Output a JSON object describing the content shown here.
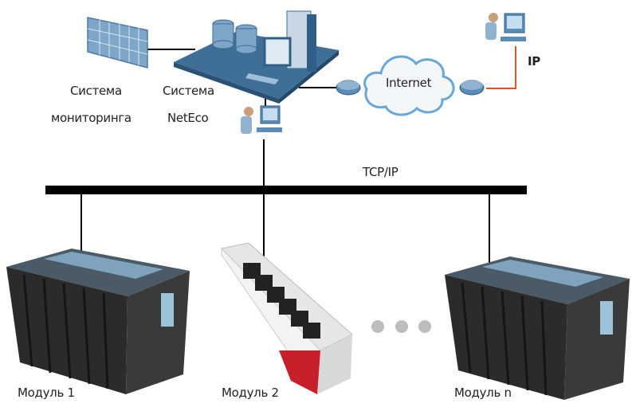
{
  "labels": {
    "monitoring_line1": "Система",
    "monitoring_line2": "мониторинга",
    "neteco_line1": "Система",
    "neteco_line2": "NetEco",
    "internet": "Internet",
    "ip": "IP",
    "bus": "TCP/IP",
    "module1": "Модуль 1",
    "module2": "Модуль 2",
    "modulen": "Модуль n"
  },
  "colors": {
    "bus": "#000000",
    "ip_link": "#e0502a",
    "server_blue": "#3f6f97",
    "cloud_stroke": "#6aa6d6",
    "rack": "#2e2e2e",
    "ellipsis_dot": "#bdbdbd"
  }
}
